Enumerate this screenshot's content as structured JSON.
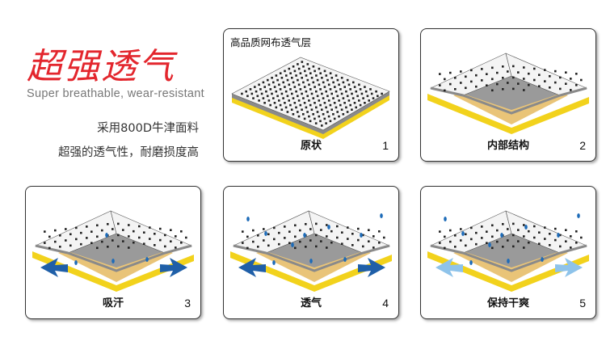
{
  "intro": {
    "headline": "超强透气",
    "subline": "Super breathable, wear-resistant",
    "features": [
      "采用800D牛津面料",
      "超强的透气性，耐磨损度高"
    ]
  },
  "panels": [
    {
      "title": "高品质网布透气层",
      "label": "原状",
      "number": "1",
      "variant": "flat",
      "left_arrow": "none",
      "right_arrow": "none",
      "drop_count": 0
    },
    {
      "title": "",
      "label": "内部结构",
      "number": "2",
      "variant": "tent",
      "left_arrow": "none",
      "right_arrow": "none",
      "drop_count": 0
    },
    {
      "title": "",
      "label": "吸汗",
      "number": "3",
      "variant": "tent",
      "left_arrow": "dark",
      "right_arrow": "dark",
      "drop_count": 4
    },
    {
      "title": "",
      "label": "透气",
      "number": "4",
      "variant": "tent",
      "left_arrow": "dark",
      "right_arrow": "dark",
      "drop_count": 10
    },
    {
      "title": "",
      "label": "保持干爽",
      "number": "5",
      "variant": "tent",
      "left_arrow": "light",
      "right_arrow": "light",
      "drop_count": 10
    }
  ],
  "colors": {
    "headline": "#e3262d",
    "mesh_top": "#f4f4f4",
    "mesh_dot": "#222222",
    "edge_gray": "#8a8a8a",
    "edge_yellow": "#f2d21c",
    "inner_fill": "#e9c478",
    "inner_gray": "#9a9a9a",
    "drop_blue": "#1d6bb8",
    "arrow_dark": "#1f5fa8",
    "arrow_light": "#8ec3ea"
  }
}
